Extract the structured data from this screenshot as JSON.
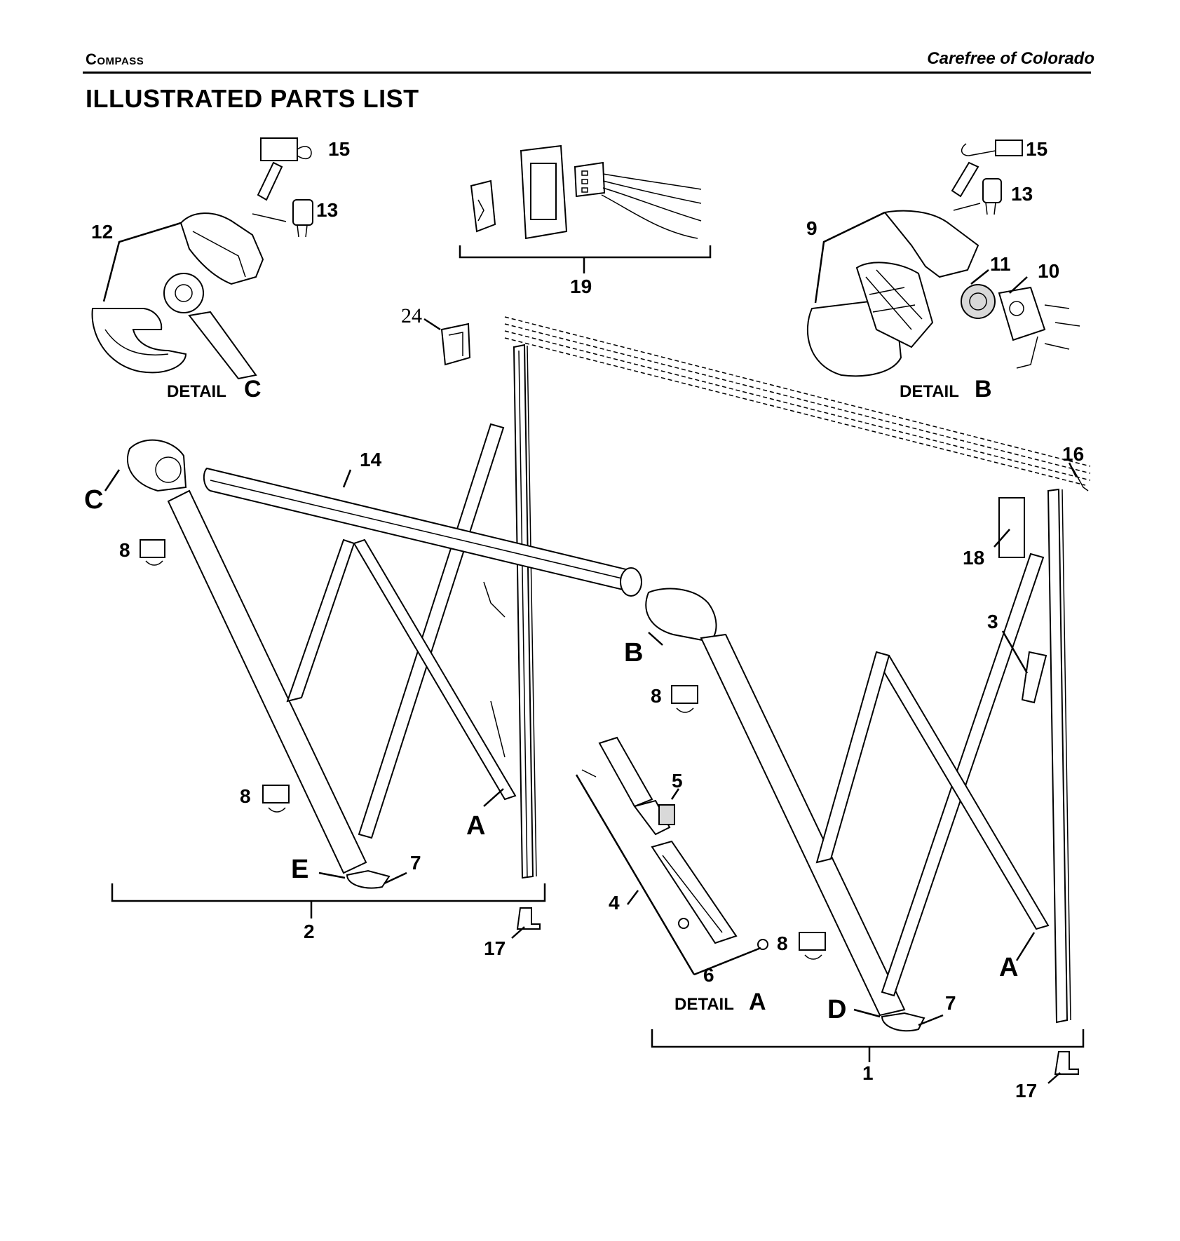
{
  "header": {
    "left": "Compass",
    "right": "Carefree of Colorado"
  },
  "page_title": "ILLUSTRATED PARTS LIST",
  "callouts": {
    "n15_left": "15",
    "n13_left": "13",
    "n12": "12",
    "n19": "19",
    "n24": "24",
    "n15_right": "15",
    "n13_right": "13",
    "n9": "9",
    "n11": "11",
    "n10": "10",
    "n14": "14",
    "n16": "16",
    "n18": "18",
    "n3": "3",
    "n8_a": "8",
    "n8_b": "8",
    "n8_c": "8",
    "n8_d": "8",
    "n5": "5",
    "n4": "4",
    "n6": "6",
    "n7_left": "7",
    "n7_right": "7",
    "n2": "2",
    "n1": "1",
    "n17_left": "17",
    "n17_right": "17",
    "letter_c": "C",
    "letter_b": "B",
    "letter_a_left": "A",
    "letter_a_right": "A",
    "letter_e": "E",
    "letter_d": "D"
  },
  "detail_labels": {
    "c_word": "DETAIL",
    "c_letter": "C",
    "b_word": "DETAIL",
    "b_letter": "B",
    "a_word": "DETAIL",
    "a_letter": "A"
  }
}
